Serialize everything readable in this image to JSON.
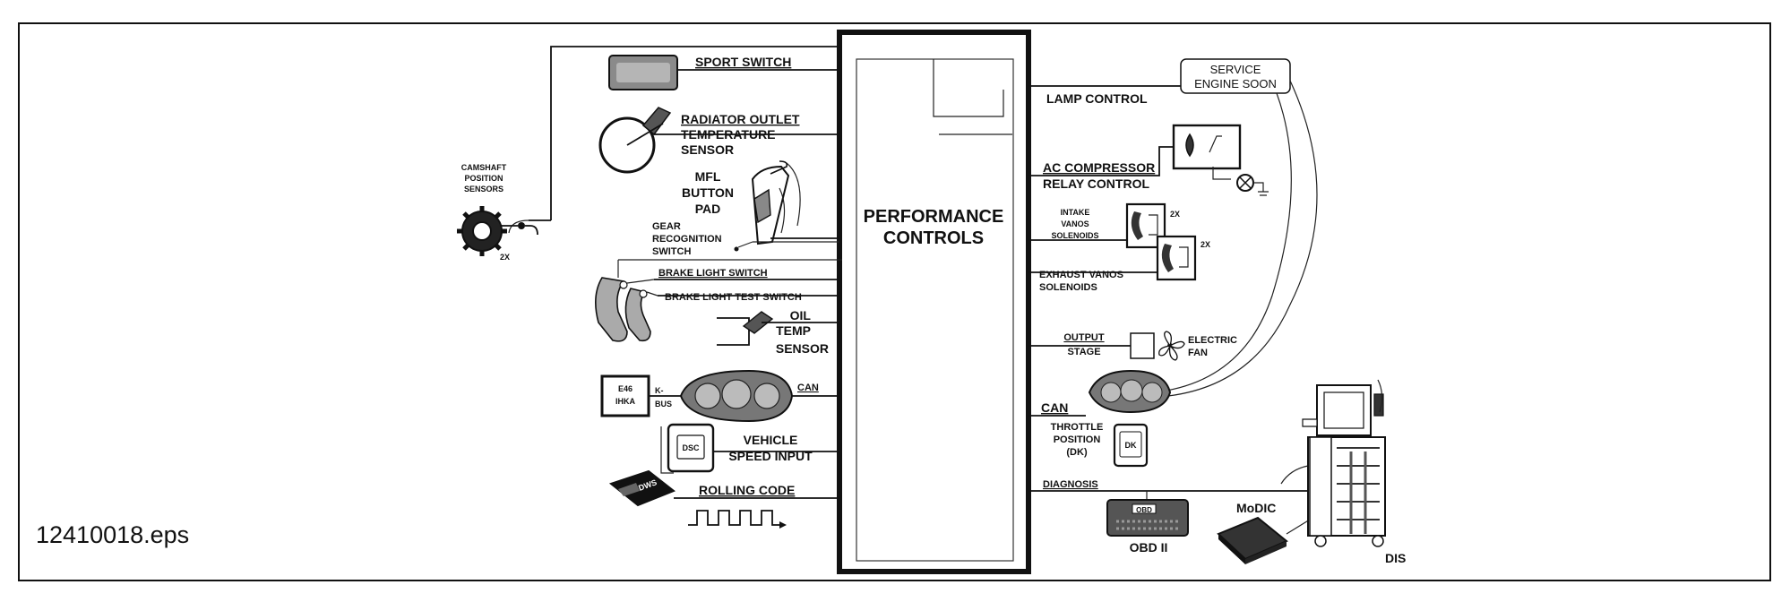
{
  "center_block": {
    "line1": "PERFORMANCE",
    "line2": "CONTROLS"
  },
  "inputs": {
    "sport_switch": "SPORT SWITCH",
    "radiator": [
      "RADIATOR OUTLET",
      "TEMPERATURE",
      "SENSOR"
    ],
    "mfl": [
      "MFL",
      "BUTTON",
      "PAD"
    ],
    "camshaft": [
      "CAMSHAFT",
      "POSITION",
      "SENSORS"
    ],
    "camshaft_count": "2X",
    "gear": [
      "GEAR",
      "RECOGNITION",
      "SWITCH"
    ],
    "brake_light_switch": "BRAKE LIGHT SWITCH",
    "brake_light_test_switch": "BRAKE LIGHT  TEST SWITCH",
    "oil_temp": [
      "OIL",
      "TEMP",
      "SENSOR"
    ],
    "ihka_box": [
      "E46",
      "IHKA"
    ],
    "kbus": [
      "K-",
      "BUS"
    ],
    "can_left": "CAN",
    "dsc_box": "DSC",
    "vehicle_speed": [
      "VEHICLE",
      "SPEED INPUT"
    ],
    "dws_box": "DWS",
    "rolling_code": "ROLLING CODE"
  },
  "outputs": {
    "service_lamp": [
      "SERVICE",
      "ENGINE SOON"
    ],
    "lamp_control": "LAMP CONTROL",
    "ac_compressor": [
      "AC COMPRESSOR",
      "RELAY CONTROL"
    ],
    "intake_vanos": [
      "INTAKE",
      "VANOS",
      "SOLENOIDS"
    ],
    "intake_count": "2X",
    "exhaust_count": "2X",
    "exhaust_vanos": [
      "EXHAUST  VANOS",
      "SOLENOIDS"
    ],
    "output_stage": [
      "OUTPUT",
      "STAGE"
    ],
    "electric_fan": [
      "ELECTRIC",
      "FAN"
    ],
    "can_right": "CAN",
    "throttle": [
      "THROTTLE",
      "POSITION",
      "(DK)"
    ],
    "dk_box": "DK",
    "diagnosis": "DIAGNOSIS",
    "obd": "OBD II",
    "obd_box": "OBD",
    "modic": "MoDIC",
    "dis": "DIS"
  },
  "file_label": "12410018.eps"
}
